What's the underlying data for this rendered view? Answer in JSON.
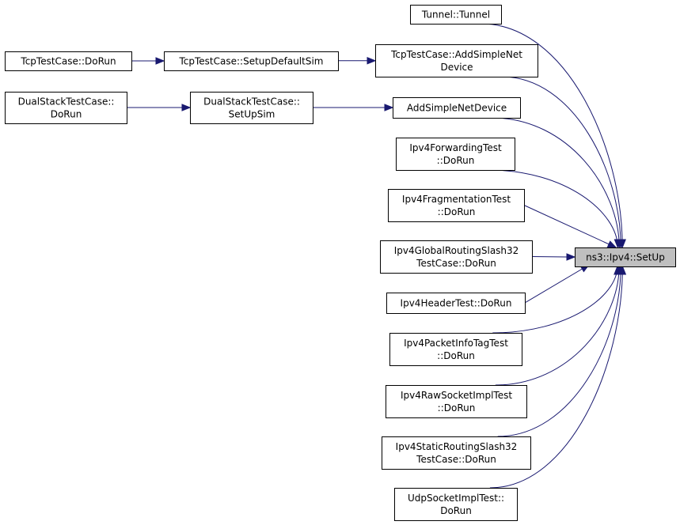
{
  "nodes": [
    {
      "id": "tunnel",
      "lines": [
        "Tunnel::Tunnel"
      ]
    },
    {
      "id": "tcp_addsimple",
      "lines": [
        "TcpTestCase::AddSimpleNet",
        "Device"
      ]
    },
    {
      "id": "tcp_setupdefault",
      "lines": [
        "TcpTestCase::SetupDefaultSim"
      ]
    },
    {
      "id": "tcp_dorun",
      "lines": [
        "TcpTestCase::DoRun"
      ]
    },
    {
      "id": "dualstack_dorun",
      "lines": [
        "DualStackTestCase::",
        "DoRun"
      ]
    },
    {
      "id": "dualstack_setup",
      "lines": [
        "DualStackTestCase::",
        "SetUpSim"
      ]
    },
    {
      "id": "addsimple",
      "lines": [
        "AddSimpleNetDevice"
      ]
    },
    {
      "id": "fwd",
      "lines": [
        "Ipv4ForwardingTest",
        "::DoRun"
      ]
    },
    {
      "id": "frag",
      "lines": [
        "Ipv4FragmentationTest",
        "::DoRun"
      ]
    },
    {
      "id": "globalrt",
      "lines": [
        "Ipv4GlobalRoutingSlash32",
        "TestCase::DoRun"
      ]
    },
    {
      "id": "header",
      "lines": [
        "Ipv4HeaderTest::DoRun"
      ]
    },
    {
      "id": "pktinfo",
      "lines": [
        "Ipv4PacketInfoTagTest",
        "::DoRun"
      ]
    },
    {
      "id": "rawsock",
      "lines": [
        "Ipv4RawSocketImplTest",
        "::DoRun"
      ]
    },
    {
      "id": "staticrt",
      "lines": [
        "Ipv4StaticRoutingSlash32",
        "TestCase::DoRun"
      ]
    },
    {
      "id": "udpsock",
      "lines": [
        "UdpSocketImplTest::",
        "DoRun"
      ]
    },
    {
      "id": "setup",
      "lines": [
        "ns3::Ipv4::SetUp"
      ],
      "highlight": true
    }
  ],
  "edges": [
    {
      "from": "tcp_dorun",
      "to": "tcp_setupdefault"
    },
    {
      "from": "tcp_setupdefault",
      "to": "tcp_addsimple"
    },
    {
      "from": "dualstack_dorun",
      "to": "dualstack_setup"
    },
    {
      "from": "dualstack_setup",
      "to": "addsimple"
    },
    {
      "from": "tunnel",
      "to": "setup"
    },
    {
      "from": "tcp_addsimple",
      "to": "setup"
    },
    {
      "from": "addsimple",
      "to": "setup"
    },
    {
      "from": "fwd",
      "to": "setup"
    },
    {
      "from": "frag",
      "to": "setup"
    },
    {
      "from": "globalrt",
      "to": "setup"
    },
    {
      "from": "header",
      "to": "setup"
    },
    {
      "from": "pktinfo",
      "to": "setup"
    },
    {
      "from": "rawsock",
      "to": "setup"
    },
    {
      "from": "staticrt",
      "to": "setup"
    },
    {
      "from": "udpsock",
      "to": "setup"
    }
  ],
  "colors": {
    "edge": "#191970",
    "highlight_fill": "#bfbfbf",
    "box_stroke": "#000000"
  }
}
